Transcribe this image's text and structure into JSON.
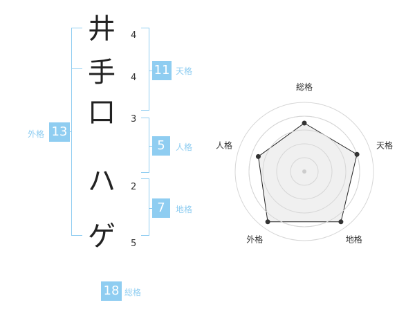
{
  "name": {
    "chars": [
      {
        "char": "井",
        "strokes": "4"
      },
      {
        "char": "手",
        "strokes": "4"
      },
      {
        "char": "口",
        "strokes": "3"
      },
      {
        "char": "ハ",
        "strokes": "2"
      },
      {
        "char": "ゲ",
        "strokes": "5"
      }
    ]
  },
  "fortune": {
    "tenkaku": {
      "value": "11",
      "label": "天格"
    },
    "jinkaku": {
      "value": "5",
      "label": "人格"
    },
    "chikaku": {
      "value": "7",
      "label": "地格"
    },
    "gaikaku": {
      "value": "13",
      "label": "外格"
    },
    "soukaku": {
      "value": "18",
      "label": "総格"
    }
  },
  "chart_data": {
    "type": "radar",
    "axes": [
      "総格",
      "天格",
      "地格",
      "外格",
      "人格"
    ],
    "values": [
      3.5,
      4,
      4.5,
      4.5,
      3.5
    ],
    "range": [
      0,
      5
    ],
    "ring_count": 5,
    "colors": {
      "fill": "#eeeeee",
      "line": "#222222",
      "grid": "#d6d6d6",
      "accent": "#8fcdf1"
    }
  }
}
